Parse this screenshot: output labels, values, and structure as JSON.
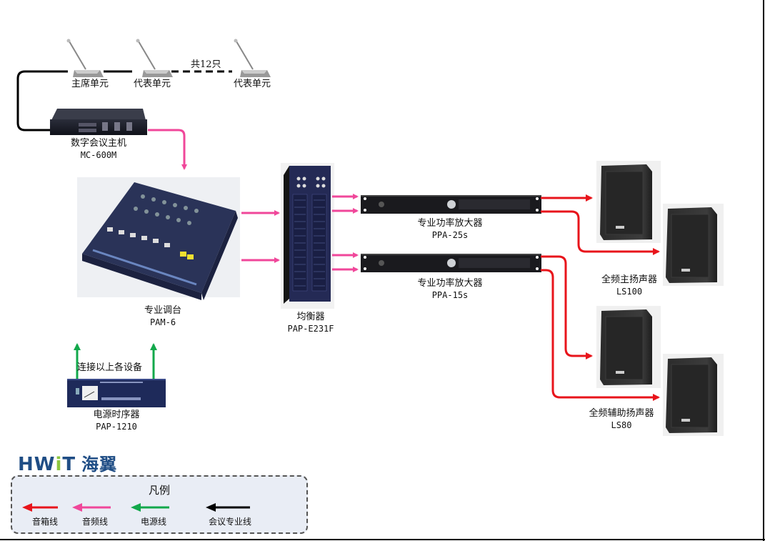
{
  "conference": {
    "chair_unit": "主席单元",
    "delegate_unit_1": "代表单元",
    "delegate_unit_2": "代表单元",
    "count_note": "共12只"
  },
  "devices": {
    "conference_host": {
      "name": "数字会议主机",
      "model": "MC-600M"
    },
    "mixer": {
      "name": "专业调台",
      "model": "PAM-6"
    },
    "equalizer": {
      "name": "均衡器",
      "model": "PAP-E231F"
    },
    "amp1": {
      "name": "专业功率放大器",
      "model": "PPA-25s"
    },
    "amp2": {
      "name": "专业功率放大器",
      "model": "PPA-15s"
    },
    "main_speakers": {
      "name": "全频主扬声器",
      "model": "LS100"
    },
    "aux_speakers": {
      "name": "全频辅助扬声器",
      "model": "LS80"
    },
    "power_sequencer": {
      "name": "电源时序器",
      "model": "PAP-1210",
      "note": "连接以上各设备"
    }
  },
  "logo": {
    "text_latin_1": "HW",
    "text_i": "i",
    "text_latin_2": "T",
    "text_cn": "海翼"
  },
  "legend": {
    "title": "凡例",
    "items": [
      {
        "label": "音箱线",
        "color": "#e8141b"
      },
      {
        "label": "音频线",
        "color": "#f0479a"
      },
      {
        "label": "电源线",
        "color": "#12a84b"
      },
      {
        "label": "会议专业线",
        "color": "#000000"
      }
    ]
  },
  "colors": {
    "speaker_line": "#e8141b",
    "audio_line": "#f0479a",
    "power_line": "#12a84b",
    "conference_line": "#000000"
  }
}
